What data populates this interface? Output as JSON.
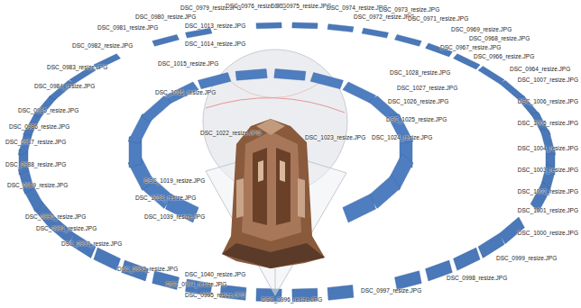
{
  "diagram": {
    "labels": [
      "DSC_0979_resize.JPG",
      "DSC_0976_resize.JPG",
      "DSC_0975_resize.JPG",
      "DSC_0974_resize.JPG",
      "DSC_0973_resize.JPG",
      "DSC_0972_resize.JPG",
      "DSC_0971_resize.JPG",
      "DSC_0980_resize.JPG",
      "DSC_0981_resize.JPG",
      "DSC_1013_resize.JPG",
      "DSC_0969_resize.JPG",
      "DSC_0968_resize.JPG",
      "DSC_0967_resize.JPG",
      "DSC_0966_resize.JPG",
      "DSC_0982_resize.JPG",
      "DSC_1014_resize.JPG",
      "DSC_0964_resize.JPG",
      "DSC_1007_resize.JPG",
      "DSC_0983_resize.JPG",
      "DSC_1015_resize.JPG",
      "DSC_1028_resize.JPG",
      "DSC_0984_resize.JPG",
      "DSC_1016_resize.JPG",
      "DSC_1027_resize.JPG",
      "DSC_1026_resize.JPG",
      "DSC_1006_resize.JPG",
      "DSC_0985_resize.JPG",
      "DSC_1025_resize.JPG",
      "DSC_1005_resize.JPG",
      "DSC_0986_resize.JPG",
      "DSC_1022_resize.JPG",
      "DSC_1023_resize.JPG",
      "DSC_1024_resize.JPG",
      "DSC_0987_resize.JPG",
      "DSC_1004_resize.JPG",
      "DSC_1003_resize.JPG",
      "DSC_0988_resize.JPG",
      "DSC_1019_resize.JPG",
      "DSC_0989_resize.JPG",
      "DSC_1002_resize.JPG",
      "DSC_1001_resize.JPG",
      "DSC_1038_resize.JPG",
      "DSC_0990_resize.JPG",
      "DSC_1039_resize.JPG",
      "DSC_1000_resize.JPG",
      "DSC_0991_resize.JPG",
      "DSC_0992_resize.JPG",
      "DSC_0999_resize.JPG",
      "DSC_0993_resize.JPG",
      "DSC_1040_resize.JPG",
      "DSC_0998_resize.JPG",
      "DSC_0994_resize.JPG",
      "DSC_0995_resize.JPG",
      "DSC_0997_resize.JPG",
      "DSC_0996_resize.JPG"
    ]
  }
}
